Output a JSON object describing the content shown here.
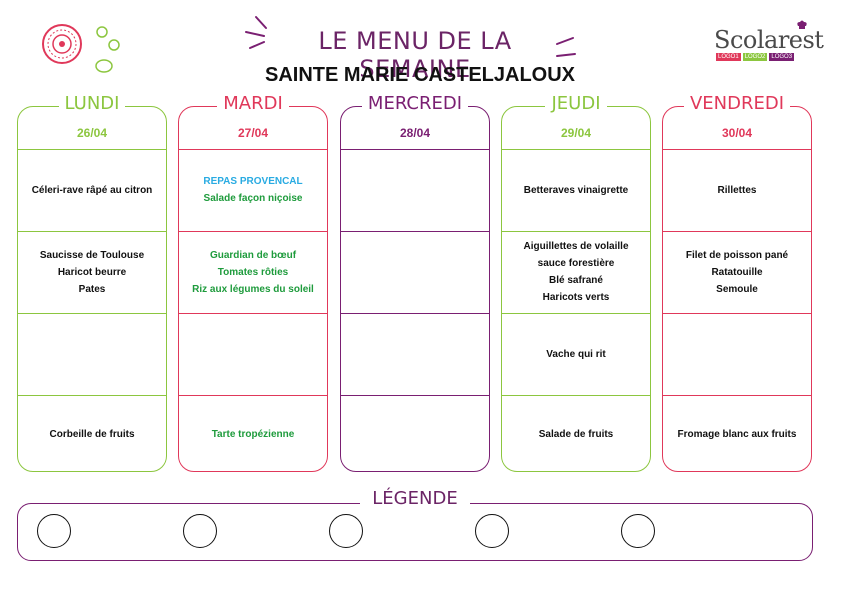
{
  "header": {
    "title": "LE MENU DE LA SEMAINE",
    "subtitle": "SAINTE MARIE CASTELJALOUX"
  },
  "brand": {
    "name": "Scolarest",
    "tags": [
      "LOGO1",
      "LOGO2",
      "LOGO3"
    ]
  },
  "colors": {
    "green": "#8cc63f",
    "red": "#e0385a",
    "purple": "#7a1f72",
    "blue": "#29abe2",
    "dish_green": "#1e9b3c"
  },
  "days": [
    {
      "name": "LUNDI",
      "date": "26/04",
      "meals": [
        [
          {
            "text": "Céleri-rave râpé au citron",
            "style": "normal"
          }
        ],
        [
          {
            "text": "Saucisse de Toulouse",
            "style": "normal"
          },
          {
            "text": "Haricot beurre",
            "style": "normal"
          },
          {
            "text": "Pates",
            "style": "normal"
          }
        ],
        [],
        [
          {
            "text": "Corbeille de fruits",
            "style": "normal"
          }
        ]
      ]
    },
    {
      "name": "MARDI",
      "date": "27/04",
      "meals": [
        [
          {
            "text": "REPAS PROVENCAL",
            "style": "theme"
          },
          {
            "text": "Salade façon niçoise",
            "style": "green"
          }
        ],
        [
          {
            "text": "Guardian de bœuf",
            "style": "green"
          },
          {
            "text": "Tomates rôties",
            "style": "green"
          },
          {
            "text": "Riz aux légumes du soleil",
            "style": "green"
          }
        ],
        [],
        [
          {
            "text": "Tarte tropézienne",
            "style": "green"
          }
        ]
      ]
    },
    {
      "name": "MERCREDI",
      "date": "28/04",
      "meals": [
        [],
        [],
        [],
        []
      ]
    },
    {
      "name": "JEUDI",
      "date": "29/04",
      "meals": [
        [
          {
            "text": "Betteraves vinaigrette",
            "style": "normal"
          }
        ],
        [
          {
            "text": "Aiguillettes de volaille",
            "style": "normal"
          },
          {
            "text": "sauce forestière",
            "style": "normal"
          },
          {
            "text": "Blé safrané",
            "style": "normal"
          },
          {
            "text": "Haricots verts",
            "style": "normal"
          }
        ],
        [
          {
            "text": "Vache qui rit",
            "style": "normal"
          }
        ],
        [
          {
            "text": "Salade de fruits",
            "style": "normal"
          }
        ]
      ]
    },
    {
      "name": "VENDREDI",
      "date": "30/04",
      "meals": [
        [
          {
            "text": "Rillettes",
            "style": "normal"
          }
        ],
        [
          {
            "text": "Filet de poisson pané",
            "style": "normal"
          },
          {
            "text": "Ratatouille",
            "style": "normal"
          },
          {
            "text": "Semoule",
            "style": "normal"
          }
        ],
        [],
        [
          {
            "text": "Fromage blanc aux fruits",
            "style": "normal"
          }
        ]
      ]
    }
  ],
  "legend": {
    "title": "LÉGENDE",
    "icons": [
      "",
      "",
      "",
      "",
      ""
    ]
  }
}
